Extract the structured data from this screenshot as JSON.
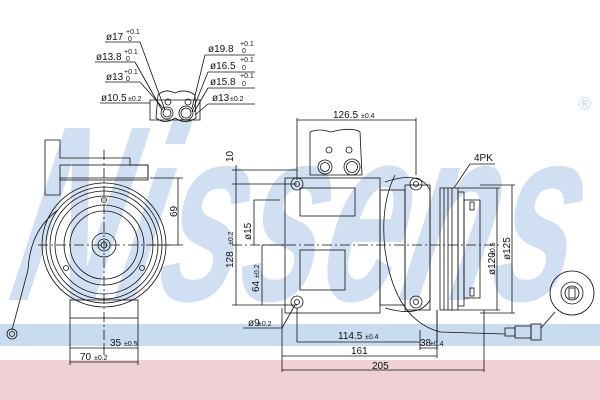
{
  "watermark": {
    "text": "Nissens",
    "trademark": "®",
    "color": "#c8daef"
  },
  "bands": {
    "blue": "#c9dcef",
    "pink": "#f0cfd6"
  },
  "port_detail": {
    "left_callouts": [
      {
        "label": "ø17",
        "tol_upper": "+0.1",
        "tol_lower": "0"
      },
      {
        "label": "ø13.8",
        "tol_upper": "+0.1",
        "tol_lower": "0"
      },
      {
        "label": "ø13",
        "tol_upper": "+0.1",
        "tol_lower": "0"
      },
      {
        "label": "ø10.5",
        "tol": "±0.2"
      }
    ],
    "right_callouts": [
      {
        "label": "ø19.8",
        "tol_upper": "+0.1",
        "tol_lower": "0"
      },
      {
        "label": "ø16.5",
        "tol_upper": "+0.1",
        "tol_lower": "0"
      },
      {
        "label": "ø15.8",
        "tol_upper": "+0.1",
        "tol_lower": "0"
      },
      {
        "label": "ø13",
        "tol": "±0.2"
      }
    ]
  },
  "front_view": {
    "dim_height": "69",
    "dim_35": "35",
    "dim_35_tol": "±0.5",
    "dim_70": "70",
    "dim_70_tol": "±0.2"
  },
  "side_view": {
    "dim_top": "126.5",
    "dim_top_tol": "±0.4",
    "dim_10": "10",
    "dim_128": "128",
    "dim_128_tol": "±0.2",
    "dim_phi15": "ø15",
    "dim_64": "64",
    "dim_64_tol": "±0.2",
    "dim_phi9": "ø9",
    "dim_phi9_tol": "±0.2",
    "dim_114": "114.5",
    "dim_114_tol": "±0.4",
    "dim_38": "38",
    "dim_38_tol": "±0.4",
    "dim_161": "161",
    "dim_205": "205",
    "pulley_label": "4PK",
    "dim_phi120": "ø120",
    "dim_phi120_tol": "±0.5",
    "dim_phi125": "ø125"
  }
}
